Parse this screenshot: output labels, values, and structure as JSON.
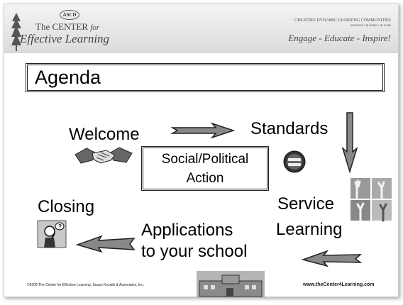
{
  "header": {
    "logo_badge": "ASCD",
    "logo_line1_a": "The CENTER",
    "logo_line1_b": "for",
    "logo_line2": "Effective Learning",
    "tagline1": "CREATING DYNAMIC LEARNING COMMUNITIES",
    "tagline2": "at school • at home • at work",
    "tagline3": "Engage - Educate - Inspire!"
  },
  "agenda_title": "Agenda",
  "items": {
    "welcome": "Welcome",
    "standards": "Standards",
    "social_political_line1": "Social/Political",
    "social_political_line2": "Action",
    "service_line1": "Service",
    "service_line2": "Learning",
    "closing": "Closing",
    "applications_line1": "Applications",
    "applications_line2": "to your school"
  },
  "footer": {
    "copyright": "©2008 The Center for Effective Learning; Susan Kovalik & Associates, Inc.",
    "website": "www.theCenter4Learning.com"
  }
}
